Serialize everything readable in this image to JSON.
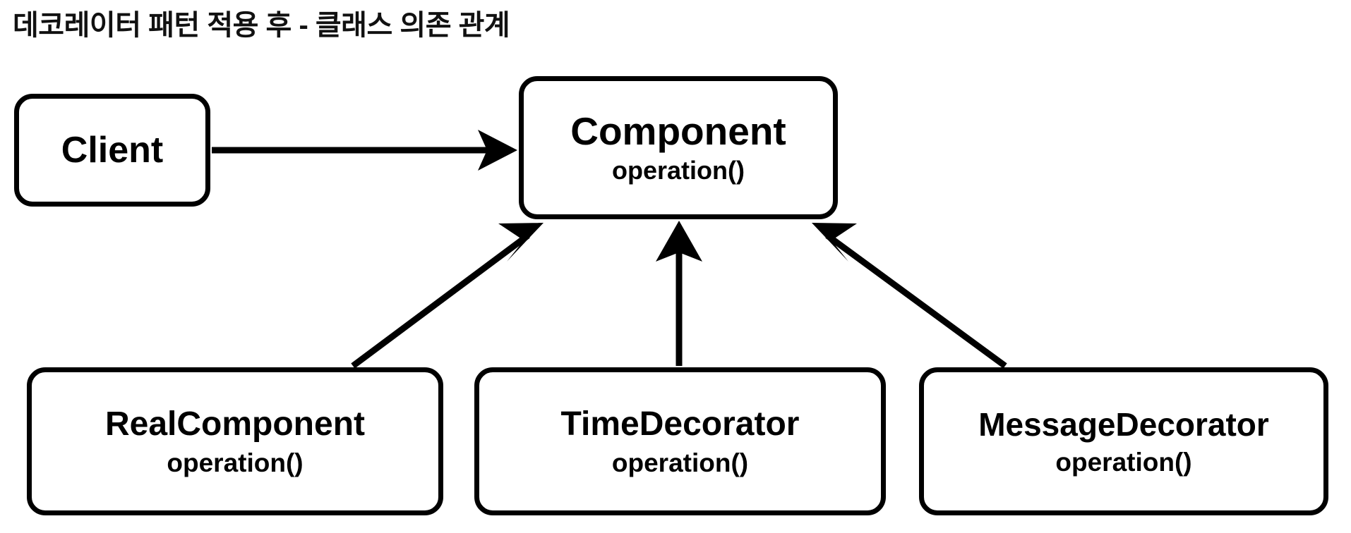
{
  "diagram": {
    "title": "데코레이터 패턴 적용 후 - 클래스 의존 관계",
    "type": "uml-class-dependency",
    "background_color": "#ffffff",
    "stroke_color": "#000000"
  },
  "nodes": {
    "client": {
      "name": "Client",
      "operation": ""
    },
    "component": {
      "name": "Component",
      "operation": "operation()"
    },
    "real_component": {
      "name": "RealComponent",
      "operation": "operation()"
    },
    "time_decorator": {
      "name": "TimeDecorator",
      "operation": "operation()"
    },
    "message_decorator": {
      "name": "MessageDecorator",
      "operation": "operation()"
    }
  },
  "edges": [
    {
      "id": "client-to-component",
      "from": "Client",
      "to": "Component",
      "style": "solid-filled-arrow",
      "direction": "right"
    },
    {
      "id": "realcomponent-to-component",
      "from": "RealComponent",
      "to": "Component",
      "style": "solid-filled-arrow",
      "direction": "up-right"
    },
    {
      "id": "timedecorator-to-component",
      "from": "TimeDecorator",
      "to": "Component",
      "style": "solid-filled-arrow",
      "direction": "up"
    },
    {
      "id": "messagedecorator-to-component",
      "from": "MessageDecorator",
      "to": "Component",
      "style": "solid-filled-arrow",
      "direction": "up-left"
    }
  ]
}
